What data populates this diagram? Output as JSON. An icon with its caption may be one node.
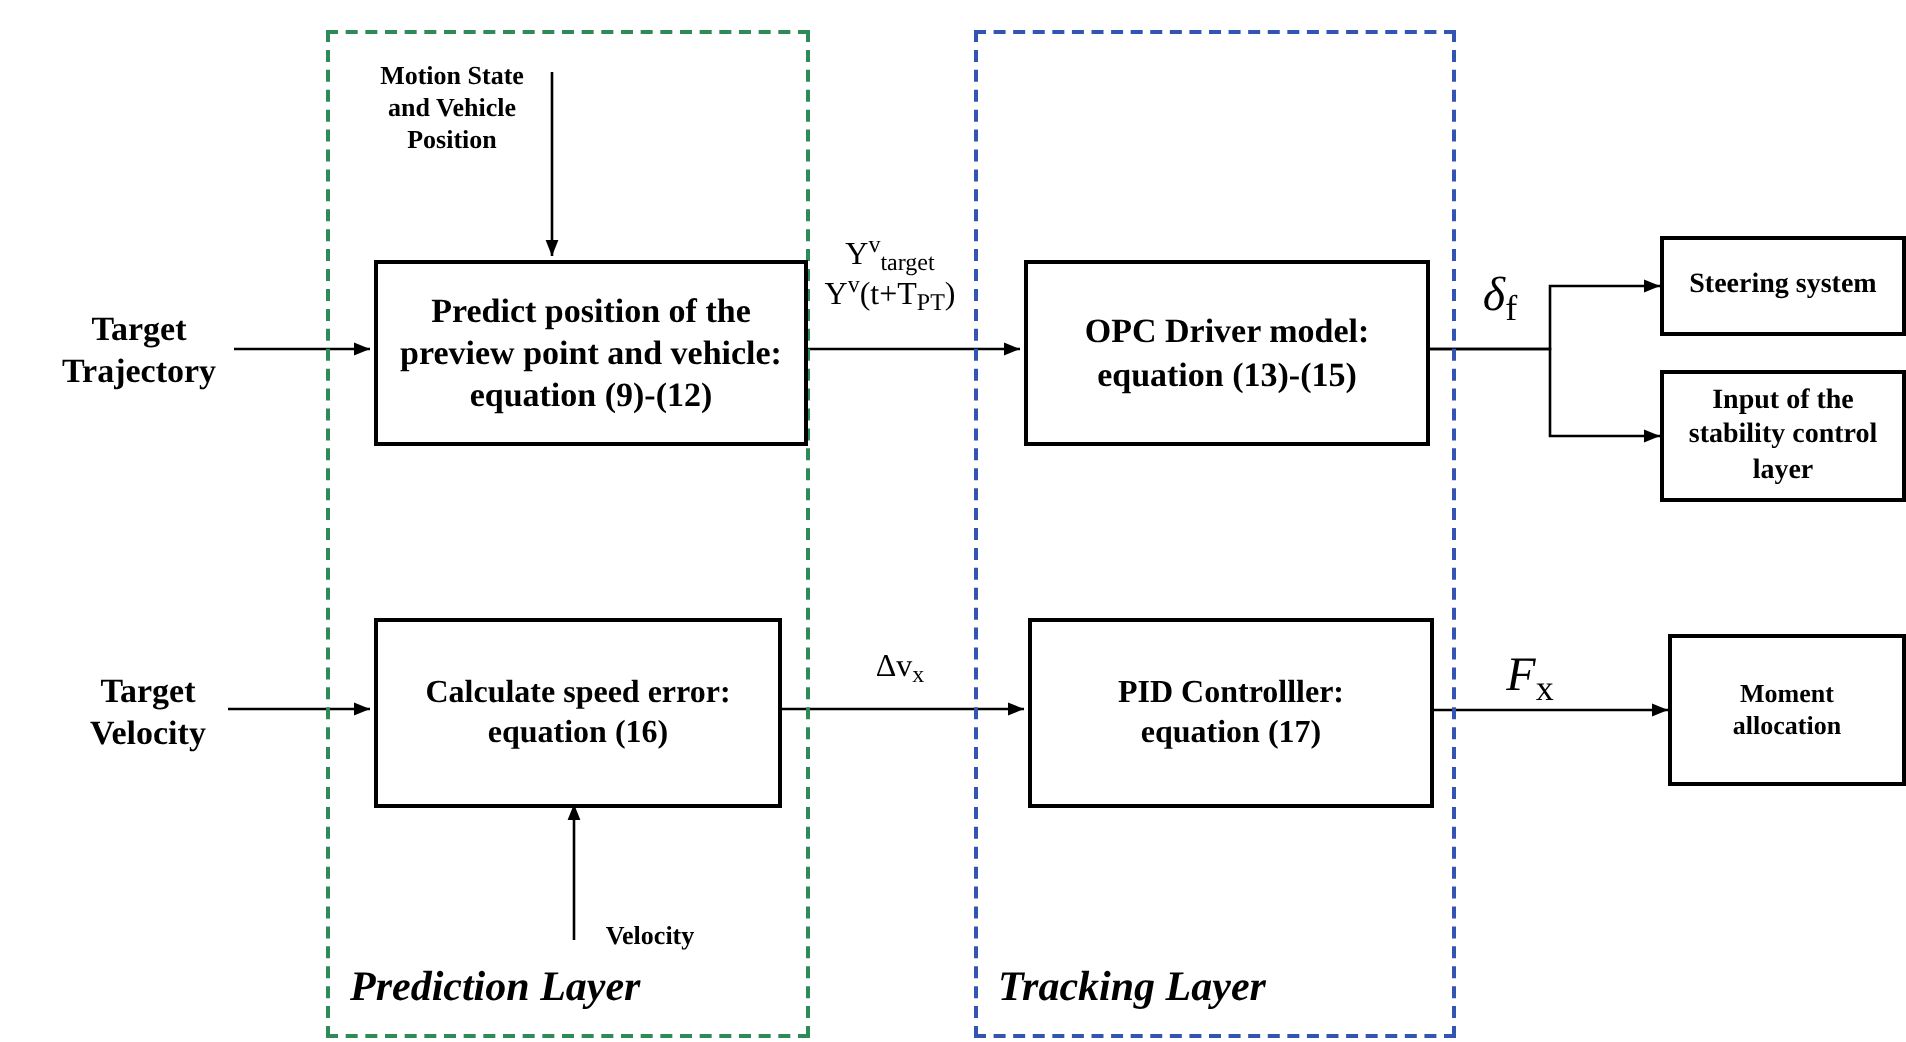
{
  "diagram": {
    "nodes": [
      {
        "text": [
          "Prediction Layer"
        ]
      },
      {
        "text": [
          "Tracking Layer"
        ]
      },
      {
        "text": [
          "Motion State and Vehicle Position"
        ],
        "in": 0
      },
      {
        "text": [
          "Predict position of the preview point and vehicle: equation (9)-(12)"
        ],
        "in": 0
      },
      {
        "text": [
          "Target Trajectory"
        ]
      },
      {
        "text": [
          "OPC Driver model: equation (13)-(15)"
        ],
        "in": 1
      },
      {
        "text": [
          "Steering system"
        ]
      },
      {
        "text": [
          "Input of the stability control layer"
        ]
      },
      {
        "text": [
          "Target Velocity"
        ]
      },
      {
        "text": [
          "Calculate speed error: equation (16)"
        ],
        "in": 0
      },
      {
        "text": [
          "Velocity"
        ],
        "in": 0
      },
      {
        "text": [
          "PID Controlller: equation (17)"
        ],
        "in": 1
      },
      {
        "text": [
          "Moment allocation"
        ]
      }
    ],
    "edges": [
      {
        "from": 2,
        "to": 3,
        "arrow": "to"
      },
      {
        "from": 4,
        "to": 3,
        "arrow": "to"
      },
      {
        "from": 3,
        "to": 5,
        "arrow": "to",
        "label": "Y$^{v}$$_{target}$ Y$^{v}$(t+T$_{PT}$)"
      },
      {
        "from": 5,
        "to": 6,
        "arrow": "to",
        "label": "*δ*$_{f}$"
      },
      {
        "from": 5,
        "to": 7,
        "arrow": "to"
      },
      {
        "from": 8,
        "to": 9,
        "arrow": "to"
      },
      {
        "from": 9,
        "to": 11,
        "arrow": "to",
        "label": "Δv$_{x}$"
      },
      {
        "from": 11,
        "to": 12,
        "arrow": "to",
        "label": "*F*$_{x}$"
      },
      {
        "from": 10,
        "to": 9,
        "arrow": "to"
      }
    ]
  }
}
